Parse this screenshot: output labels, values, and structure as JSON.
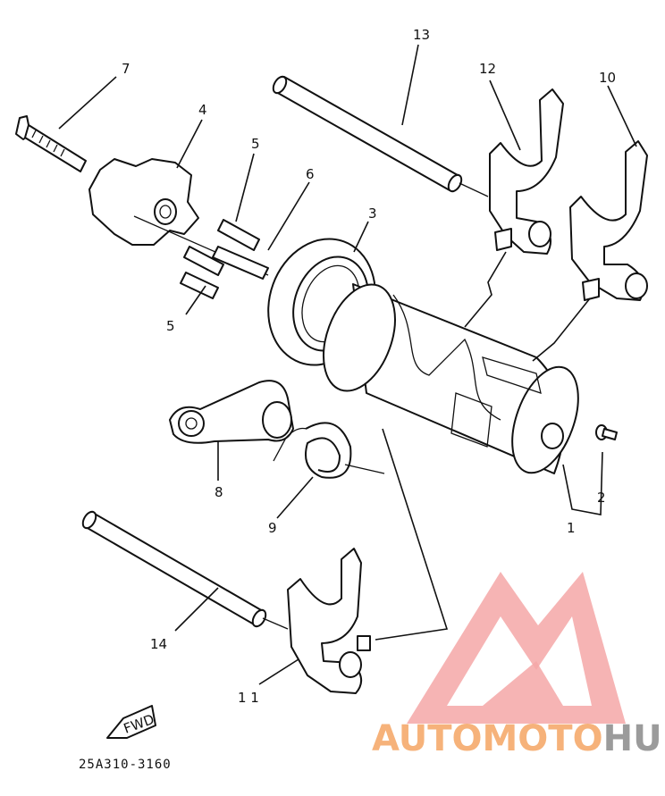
{
  "diagram": {
    "callouts": {
      "c1": "1",
      "c2": "2",
      "c3": "3",
      "c4": "4",
      "c5a": "5",
      "c5b": "5",
      "c6": "6",
      "c7": "7",
      "c8": "8",
      "c9": "9",
      "c10": "10",
      "c11": "1 1",
      "c12": "12",
      "c13": "13",
      "c14": "14"
    },
    "part_code": "25A310-3160",
    "fwd_label": "FWD"
  },
  "watermark": {
    "auto": "AUTO",
    "moto": "MOTO",
    "hub": "HUB",
    "colors": {
      "orange": "#f6b27a",
      "grey": "#9b9b9b",
      "pink": "#f4a7a7"
    }
  }
}
